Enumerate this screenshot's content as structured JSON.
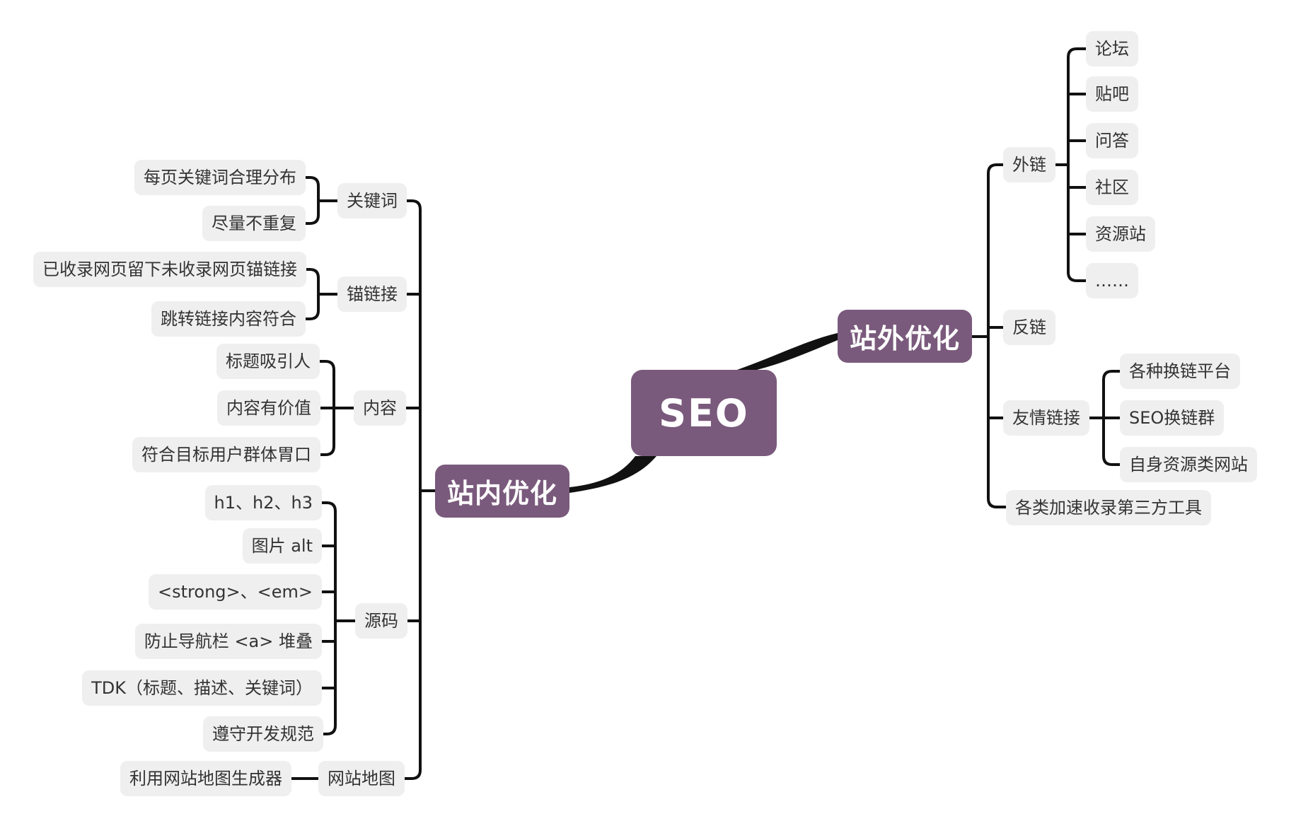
{
  "colors": {
    "primary_purple": "#7a5a7c",
    "leaf_background": "#efefef",
    "connector_black": "#111111",
    "leaf_text": "#333333",
    "main_text": "#ffffff"
  },
  "root": {
    "label": "SEO"
  },
  "left": {
    "label": "站内优化",
    "branches": [
      {
        "label": "关键词",
        "children": [
          "每页关键词合理分布",
          "尽量不重复"
        ]
      },
      {
        "label": "锚链接",
        "children": [
          "已收录网页留下未收录网页锚链接",
          "跳转链接内容符合"
        ]
      },
      {
        "label": "内容",
        "children": [
          "标题吸引人",
          "内容有价值",
          "符合目标用户群体胃口"
        ]
      },
      {
        "label": "源码",
        "children": [
          "h1、h2、h3",
          "图片 alt",
          "<strong>、<em>",
          "防止导航栏 <a> 堆叠",
          "TDK（标题、描述、关键词）",
          "遵守开发规范"
        ]
      },
      {
        "label": "网站地图",
        "children": [
          "利用网站地图生成器"
        ]
      }
    ]
  },
  "right": {
    "label": "站外优化",
    "branches": [
      {
        "label": "外链",
        "children": [
          "论坛",
          "贴吧",
          "问答",
          "社区",
          "资源站",
          "……"
        ]
      },
      {
        "label": "反链",
        "children": []
      },
      {
        "label": "友情链接",
        "children": [
          "各种换链平台",
          "SEO换链群",
          "自身资源类网站"
        ]
      },
      {
        "label": "各类加速收录第三方工具",
        "children": []
      }
    ]
  }
}
